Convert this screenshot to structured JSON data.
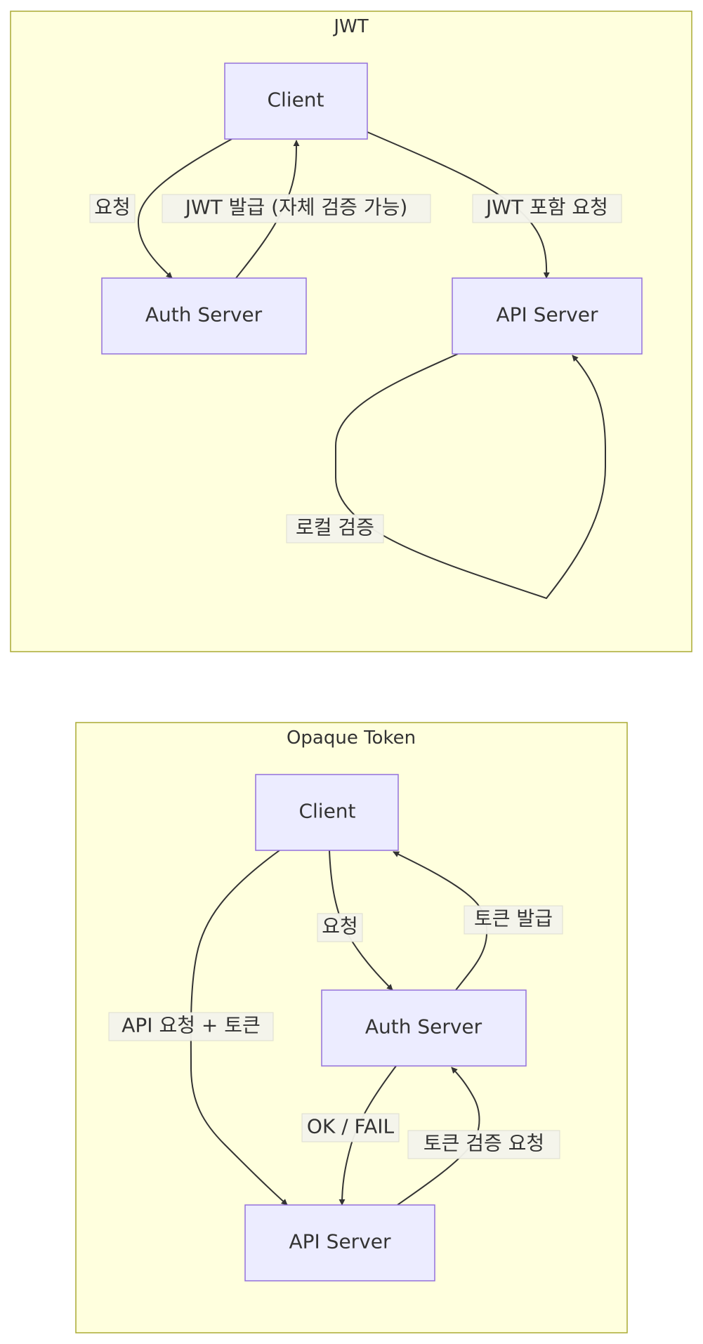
{
  "clusters": {
    "jwt": {
      "title": "JWT",
      "nodes": {
        "client": "Client",
        "auth_server": "Auth Server",
        "api_server": "API Server"
      },
      "edges": {
        "request": "요청",
        "jwt_issue": "JWT 발급 (자체 검증 가능)",
        "jwt_request": "JWT 포함 요청",
        "local_verify": "로컬 검증"
      }
    },
    "opaque": {
      "title": "Opaque Token",
      "nodes": {
        "client": "Client",
        "auth_server": "Auth Server",
        "api_server": "API Server"
      },
      "edges": {
        "request": "요청",
        "token_issue": "토큰 발급",
        "api_request": "API 요청 + 토큰",
        "ok_fail": "OK / FAIL",
        "token_verify": "토큰 검증 요청"
      }
    }
  },
  "colors": {
    "cluster_fill": "#ffffde",
    "cluster_stroke": "#aaaa33",
    "node_fill": "#ececff",
    "node_stroke": "#9370db",
    "edge": "#333333"
  }
}
